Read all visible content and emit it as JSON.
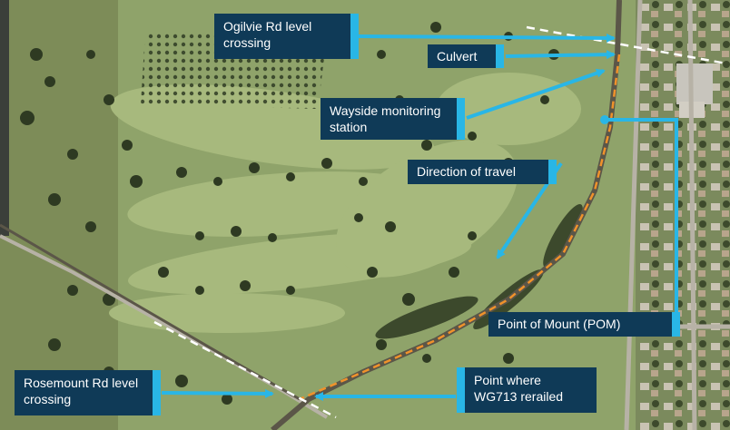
{
  "labels": {
    "ogilvie": "Ogilvie  Rd level crossing",
    "culvert": "Culvert",
    "wayside": "Wayside monitoring  station",
    "direction": "Direction of travel",
    "pom": "Point of Mount  (POM)",
    "rosemount": "Rosemount Rd level crossing",
    "rerailed": "Point where WG713 rerailed"
  },
  "colors": {
    "label_bg": "#0f3a57",
    "label_accent": "#29b6e6",
    "arrow": "#29b6e6",
    "track_route": "#f0922b",
    "level_crossing_line": "#ffffff",
    "grass": "#8fa36a",
    "fairway": "#a7b97d",
    "trees": "#2e3a22"
  },
  "icons": [
    "arrow-icon",
    "map-pin-icon"
  ]
}
